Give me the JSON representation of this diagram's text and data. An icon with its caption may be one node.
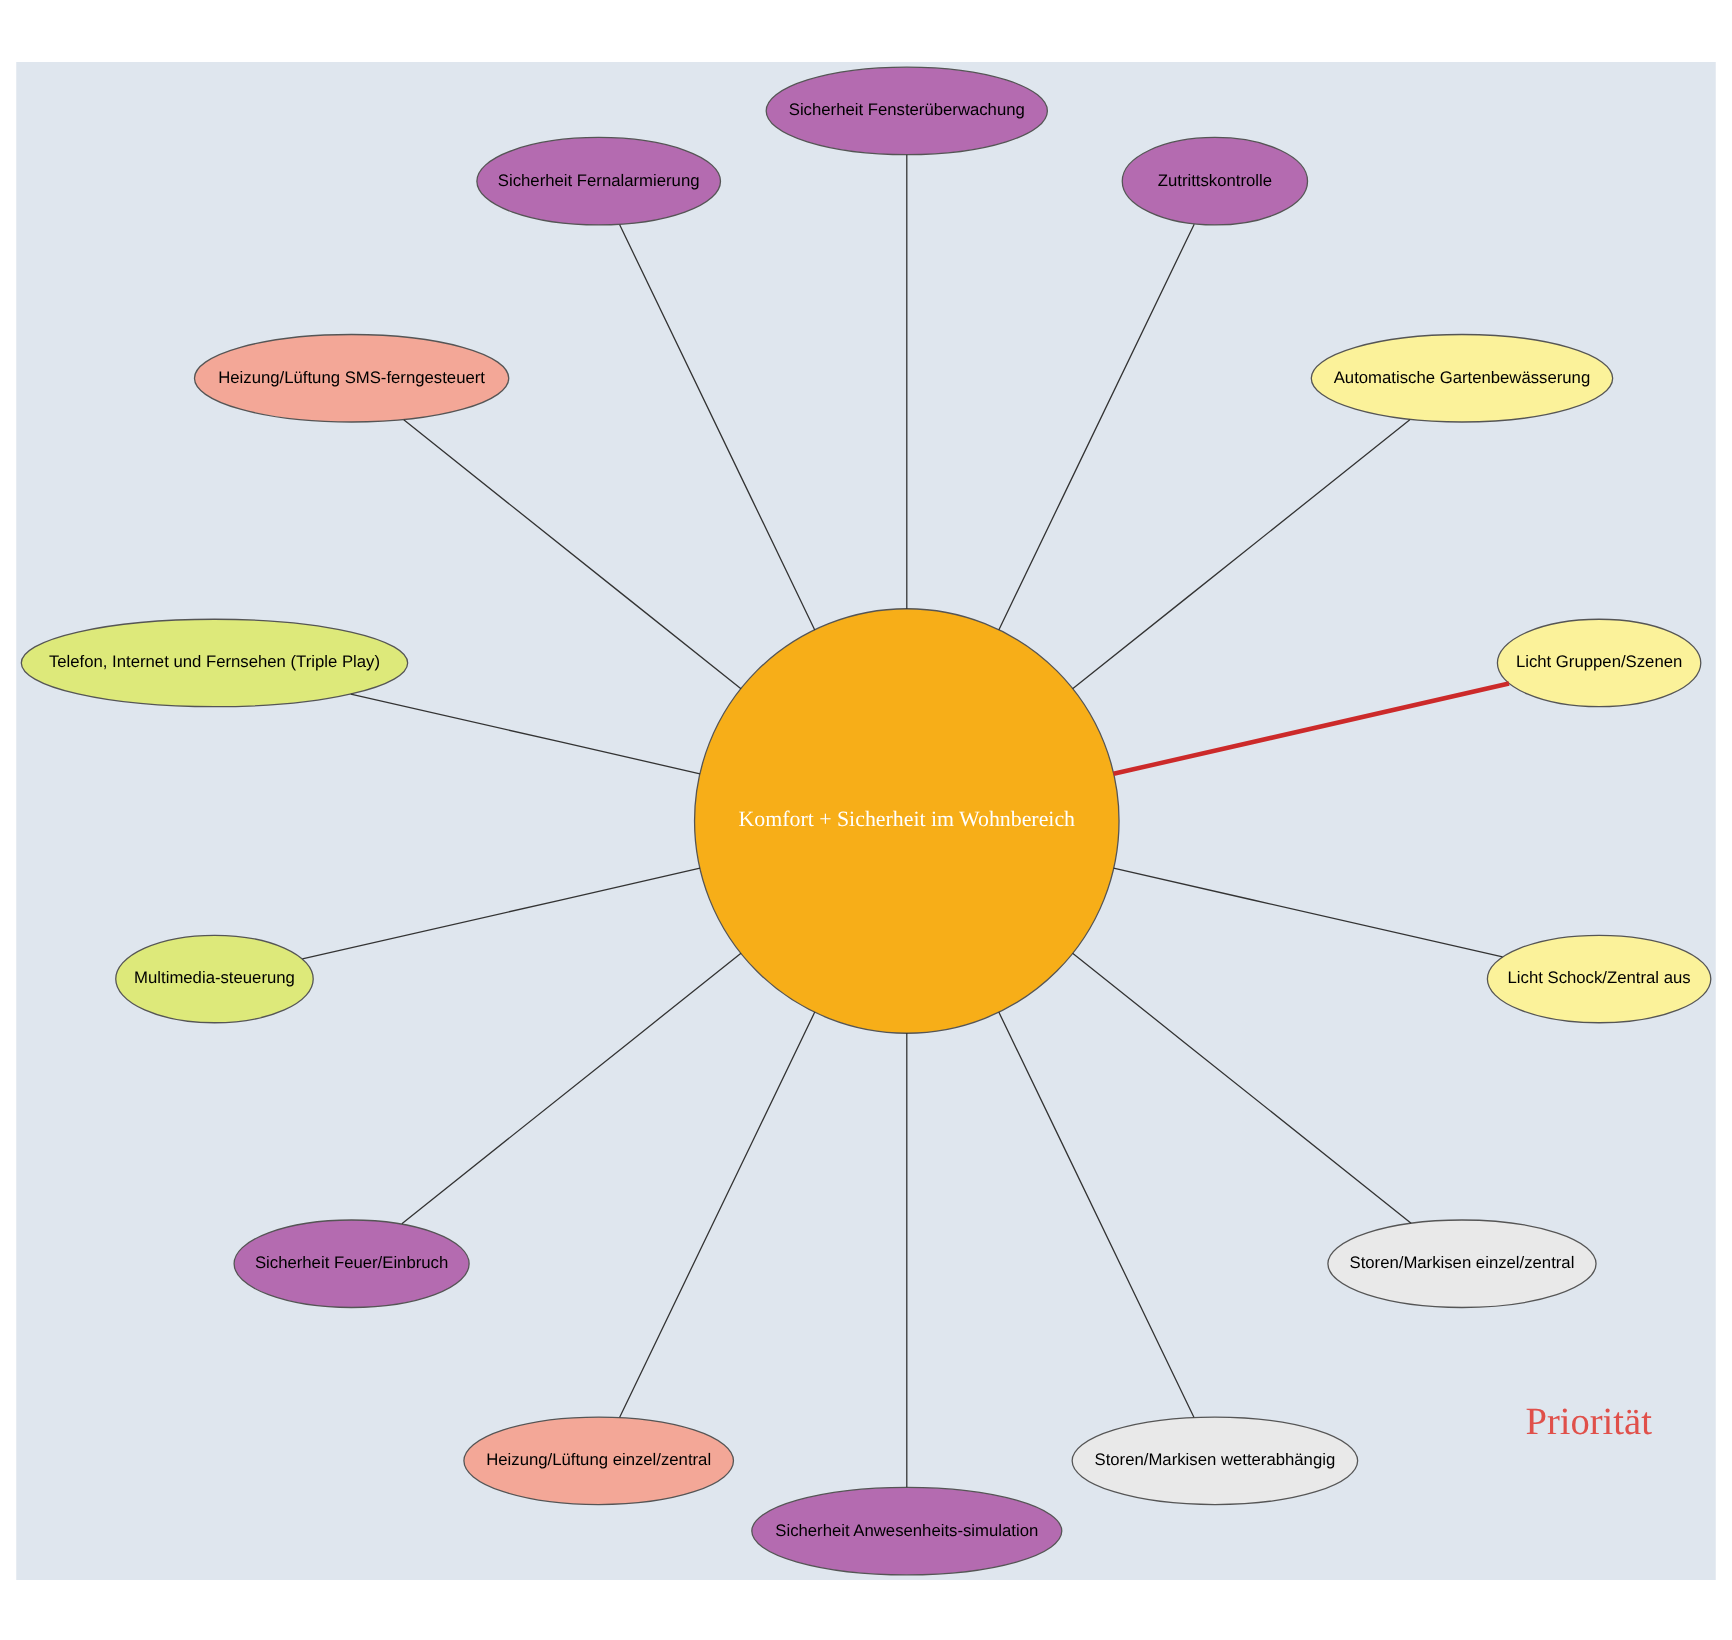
{
  "diagram": {
    "nodes": [
      {
        "text": [
          "Komfort + Sicherheit im Wohnbereich"
        ]
      },
      {
        "text": [
          "Licht Gruppen/Szenen"
        ]
      },
      {
        "text": [
          "Automatische Gartenbewässerung"
        ]
      },
      {
        "text": [
          "Zutrittskontrolle"
        ]
      },
      {
        "text": [
          "Sicherheit Fensterüberwachung"
        ]
      },
      {
        "text": [
          "Sicherheit Fernalarmierung"
        ]
      },
      {
        "text": [
          "Heizung/Lüftung SMS-ferngesteuert"
        ]
      },
      {
        "text": [
          "Telefon, Internet und Fernsehen (Triple Play)"
        ]
      },
      {
        "text": [
          "Multimedia-steuerung"
        ]
      },
      {
        "text": [
          "Sicherheit Feuer/Einbruch"
        ]
      },
      {
        "text": [
          "Heizung/Lüftung einzel/zentral"
        ]
      },
      {
        "text": [
          "Sicherheit Anwesenheits-simulation"
        ]
      },
      {
        "text": [
          "Storen/Markisen wetterabhängig"
        ]
      },
      {
        "text": [
          "Storen/Markisen einzel/zentral"
        ]
      },
      {
        "text": [
          "Licht Schock/Zentral aus"
        ]
      }
    ],
    "edges": [
      {
        "from": 0,
        "to": 1,
        "arrow": "none",
        "style": "thick",
        "color": "#cc2a2a"
      },
      {
        "from": 0,
        "to": 2,
        "arrow": "none"
      },
      {
        "from": 0,
        "to": 3,
        "arrow": "none"
      },
      {
        "from": 0,
        "to": 4,
        "arrow": "none"
      },
      {
        "from": 0,
        "to": 5,
        "arrow": "none"
      },
      {
        "from": 0,
        "to": 6,
        "arrow": "none"
      },
      {
        "from": 0,
        "to": 7,
        "arrow": "none"
      },
      {
        "from": 0,
        "to": 8,
        "arrow": "none"
      },
      {
        "from": 0,
        "to": 9,
        "arrow": "none"
      },
      {
        "from": 0,
        "to": 10,
        "arrow": "none"
      },
      {
        "from": 0,
        "to": 11,
        "arrow": "none"
      },
      {
        "from": 0,
        "to": 12,
        "arrow": "none"
      },
      {
        "from": 0,
        "to": 13,
        "arrow": "none"
      },
      {
        "from": 0,
        "to": 14,
        "arrow": "none"
      }
    ],
    "labels": [
      "Priorität"
    ]
  }
}
